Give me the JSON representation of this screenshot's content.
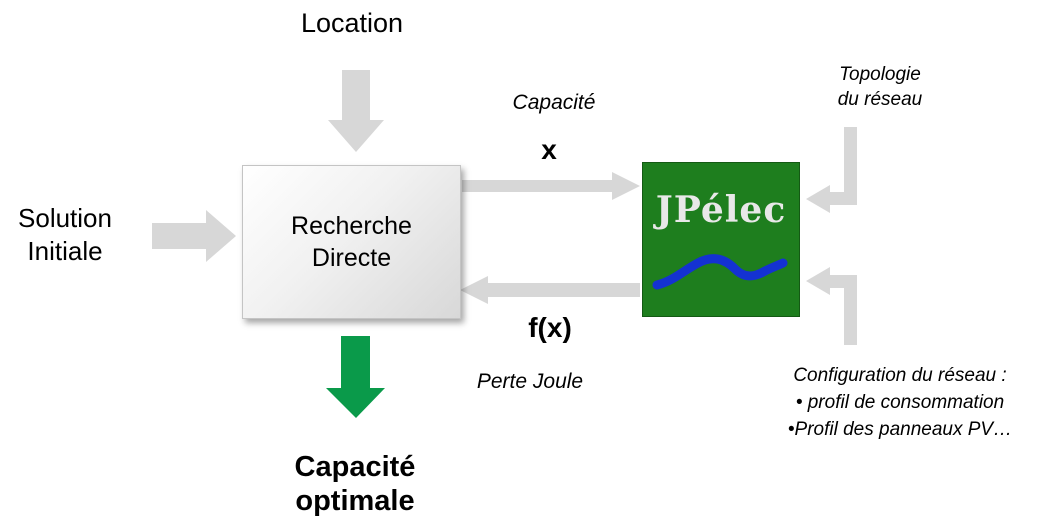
{
  "labels": {
    "location": "Location",
    "solution_initiale": "Solution\nInitiale",
    "capacite": "Capacité",
    "x": "x",
    "fx": "f(x)",
    "perte_joule": "Perte Joule",
    "topologie": "Topologie\ndu réseau",
    "configuration": "Configuration du réseau :\n• profil de consommation\n•Profil des panneaux PV…",
    "capacite_optimale": "Capacité\noptimale"
  },
  "blocks": {
    "recherche_directe": "Recherche\nDirecte",
    "logo_text": "JPélec"
  },
  "colors": {
    "gray_arrow": "#d7d7d7",
    "green_arrow": "#0a9a4a",
    "logo_bg": "#1e7e1e",
    "logo_wave": "#1432d2"
  }
}
